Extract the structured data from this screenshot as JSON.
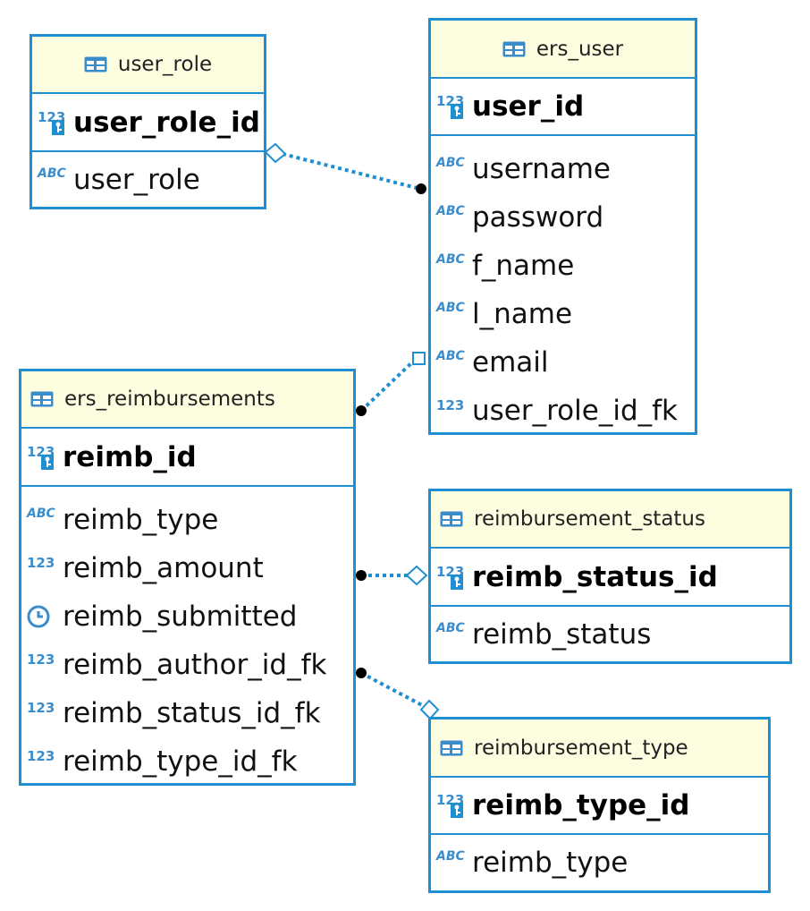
{
  "entities": {
    "user_role": {
      "title": "user_role",
      "pk": {
        "type": "123",
        "name": "user_role_id"
      },
      "columns": [
        {
          "type": "ABC",
          "name": "user_role"
        }
      ]
    },
    "ers_user": {
      "title": "ers_user",
      "pk": {
        "type": "123",
        "name": "user_id"
      },
      "columns": [
        {
          "type": "ABC",
          "name": "username"
        },
        {
          "type": "ABC",
          "name": "password"
        },
        {
          "type": "ABC",
          "name": "f_name"
        },
        {
          "type": "ABC",
          "name": "l_name"
        },
        {
          "type": "ABC",
          "name": "email"
        },
        {
          "type": "123",
          "name": "user_role_id_fk"
        }
      ]
    },
    "ers_reimbursements": {
      "title": "ers_reimbursements",
      "pk": {
        "type": "123",
        "name": "reimb_id"
      },
      "columns": [
        {
          "type": "ABC",
          "name": "reimb_type"
        },
        {
          "type": "123",
          "name": "reimb_amount"
        },
        {
          "type": "clock",
          "name": "reimb_submitted"
        },
        {
          "type": "123",
          "name": "reimb_author_id_fk"
        },
        {
          "type": "123",
          "name": "reimb_status_id_fk"
        },
        {
          "type": "123",
          "name": "reimb_type_id_fk"
        }
      ]
    },
    "reimbursement_status": {
      "title": "reimbursement_status",
      "pk": {
        "type": "123",
        "name": "reimb_status_id"
      },
      "columns": [
        {
          "type": "ABC",
          "name": "reimb_status"
        }
      ]
    },
    "reimbursement_type": {
      "title": "reimbursement_type",
      "pk": {
        "type": "123",
        "name": "reimb_type_id"
      },
      "columns": [
        {
          "type": "ABC",
          "name": "reimb_type"
        }
      ]
    }
  },
  "colors": {
    "border": "#1f8fd1",
    "header_bg": "#fdfde0",
    "type_badge": "#3a8ccb",
    "link": "#1f8fd1"
  },
  "icons": {
    "table": "table-icon",
    "primary_key": "key-icon",
    "timestamp": "clock-icon",
    "relation_one": "diamond-marker",
    "relation_many": "dot-marker",
    "relation_optional": "square-marker"
  }
}
